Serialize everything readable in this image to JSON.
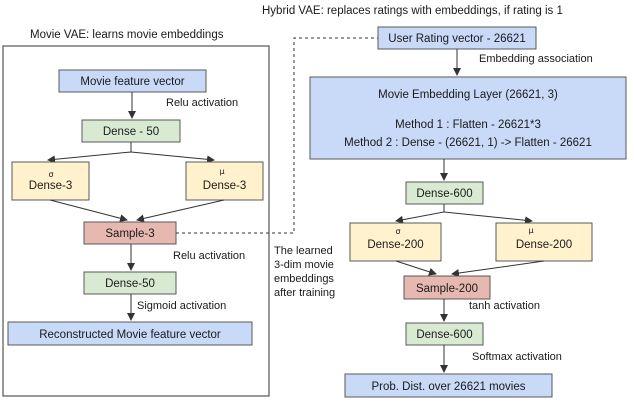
{
  "colors": {
    "blue_fill": "#c9daf8",
    "green_fill": "#d9ead3",
    "yellow_fill": "#fff2cc",
    "red_fill": "#e6b8af",
    "stroke": "#595959"
  },
  "left": {
    "title": "Movie VAE: learns movie embeddings",
    "input_box": "Movie feature vector",
    "relu1": "Relu activation",
    "dense50": "Dense - 50",
    "sigma_box": "Dense-3",
    "mu_box": "Dense-3",
    "sigma_symbol": "σ",
    "mu_symbol": "μ",
    "sample": "Sample-3",
    "relu2": "Relu activation",
    "dense50b": "Dense-50",
    "sigmoid": "Sigmoid activation",
    "output_box": "Reconstructed Movie feature vector"
  },
  "middle": {
    "note_line1": "The learned",
    "note_line2": "3-dim movie",
    "note_line3": "embeddings",
    "note_line4": "after training"
  },
  "right": {
    "title": "Hybrid VAE: replaces ratings with embeddings, if rating is 1",
    "user_rating": "User Rating vector - 26621",
    "embedding_assoc": "Embedding association",
    "emb_layer_title": "Movie Embedding Layer (26621, 3)",
    "method1": "Method 1 : Flatten - 26621*3",
    "method2": "Method 2 : Dense - (26621, 1) -> Flatten - 26621",
    "dense600": "Dense-600",
    "sigma_box": "Dense-200",
    "mu_box": "Dense-200",
    "sigma_symbol": "σ",
    "mu_symbol": "μ",
    "sample": "Sample-200",
    "tanh": "tanh activation",
    "dense600b": "Dense-600",
    "softmax": "Softmax activation",
    "output_box": "Prob. Dist. over 26621 movies"
  }
}
